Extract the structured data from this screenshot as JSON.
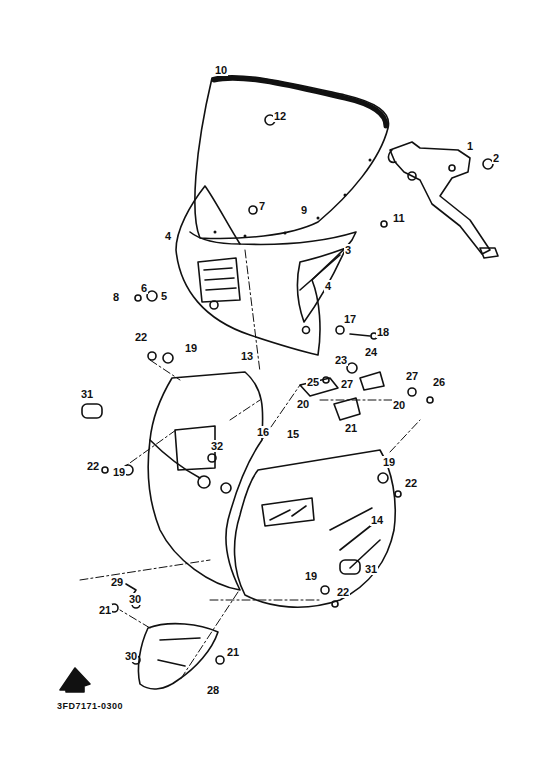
{
  "diagram": {
    "labels": [
      "10",
      "12",
      "9",
      "1",
      "2",
      "7",
      "11",
      "4",
      "3",
      "8",
      "6",
      "5",
      "4",
      "17",
      "18",
      "22",
      "19",
      "13",
      "23",
      "24",
      "25",
      "27",
      "26",
      "20",
      "27",
      "20",
      "21",
      "31",
      "16",
      "15",
      "22",
      "19",
      "32",
      "19",
      "22",
      "14",
      "29",
      "30",
      "21",
      "31",
      "19",
      "22",
      "30",
      "28",
      "21",
      "3FD7171-0300"
    ]
  }
}
